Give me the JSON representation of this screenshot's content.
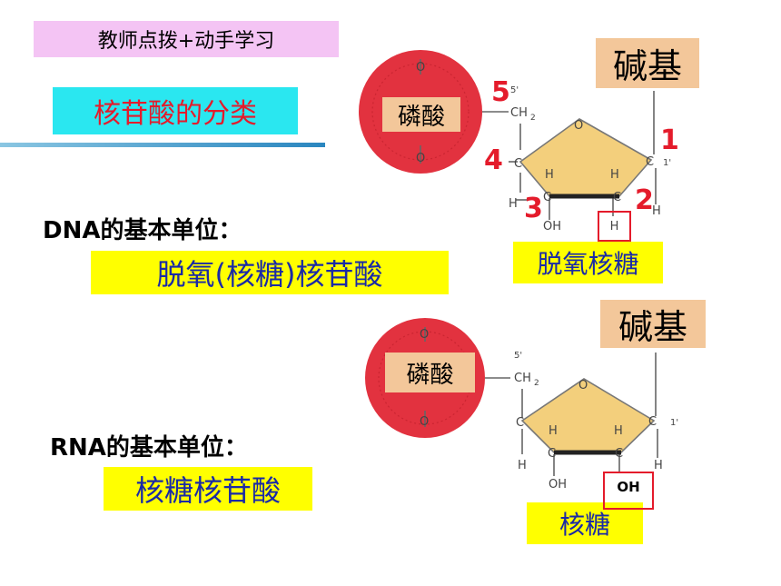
{
  "header": {
    "text": "教师点拨+动手学习"
  },
  "title": {
    "text": "核苷酸的分类"
  },
  "dna": {
    "heading": "DNA的基本单位：",
    "name": "脱氧(核糖)核苷酸",
    "diagram": {
      "base": "碱基",
      "phosphate": "磷酸",
      "sugar": "脱氧核糖",
      "numbers": [
        "5",
        "4",
        "3",
        "2",
        "1"
      ],
      "carbon2_group": "H"
    }
  },
  "rna": {
    "heading": "RNA的基本单位：",
    "name": "核糖核苷酸",
    "diagram": {
      "base": "碱基",
      "phosphate": "磷酸",
      "sugar": "核糖",
      "carbon2_group": "OH"
    }
  },
  "molecule_text": {
    "o": "O",
    "c": "C",
    "h": "H",
    "oh": "OH",
    "ch2": "CH",
    "ch2_sub": "2",
    "five_prime": "5'",
    "one_prime": "1'"
  },
  "colors": {
    "phosphate": "#e2323f",
    "sugar": "#f3cf7c",
    "highlight": "#e41b2b",
    "label_bg": "#f3c79a",
    "yellow": "#ffff00",
    "header_bg": "#f4c4f4",
    "title_bg": "#2ae7f0"
  }
}
